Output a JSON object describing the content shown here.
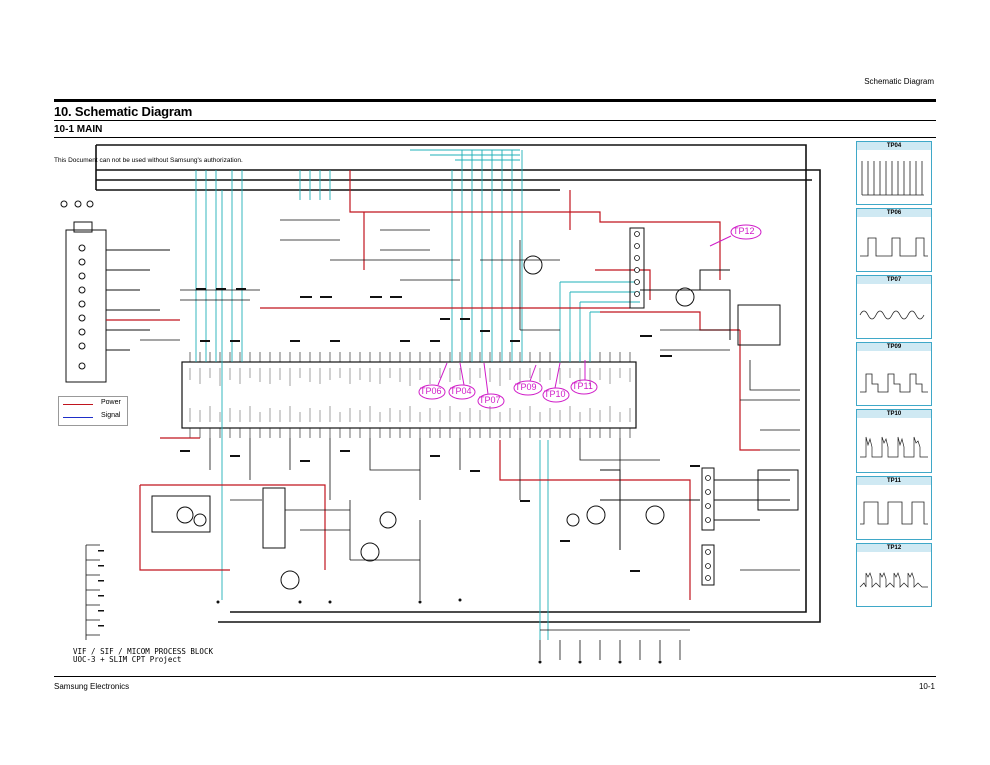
{
  "header": {
    "running_title": "Schematic Diagram"
  },
  "section": {
    "title": "10. Schematic Diagram",
    "subtitle": "10-1 MAIN",
    "notice": "This Document can not be used without Samsung's authorization."
  },
  "legend": {
    "items": [
      {
        "label": "Power",
        "color": "#c0141e"
      },
      {
        "label": "Signal",
        "color": "#1e2ec8"
      }
    ]
  },
  "block_caption": {
    "line1": "VIF / SIF / MICOM PROCESS BLOCK",
    "line2": "UOC-3 + SLIM CPT Project"
  },
  "test_points": [
    {
      "label": "TP12"
    },
    {
      "label": "TP06"
    },
    {
      "label": "TP04"
    },
    {
      "label": "TP07"
    },
    {
      "label": "TP09"
    },
    {
      "label": "TP10"
    },
    {
      "label": "TP11"
    }
  ],
  "waveforms": [
    {
      "label": "TP04",
      "shape": "dense-pulse"
    },
    {
      "label": "TP06",
      "shape": "square"
    },
    {
      "label": "TP07",
      "shape": "sine"
    },
    {
      "label": "TP09",
      "shape": "step"
    },
    {
      "label": "TP10",
      "shape": "noisy"
    },
    {
      "label": "TP11",
      "shape": "square"
    },
    {
      "label": "TP12",
      "shape": "noisy"
    }
  ],
  "footer": {
    "company": "Samsung Electronics",
    "page": "10-1"
  },
  "colors": {
    "accent_magenta": "#d01cc8",
    "wire_red": "#c0141e",
    "wire_cyan": "#1fb0b8",
    "wire_dark": "#111111"
  }
}
